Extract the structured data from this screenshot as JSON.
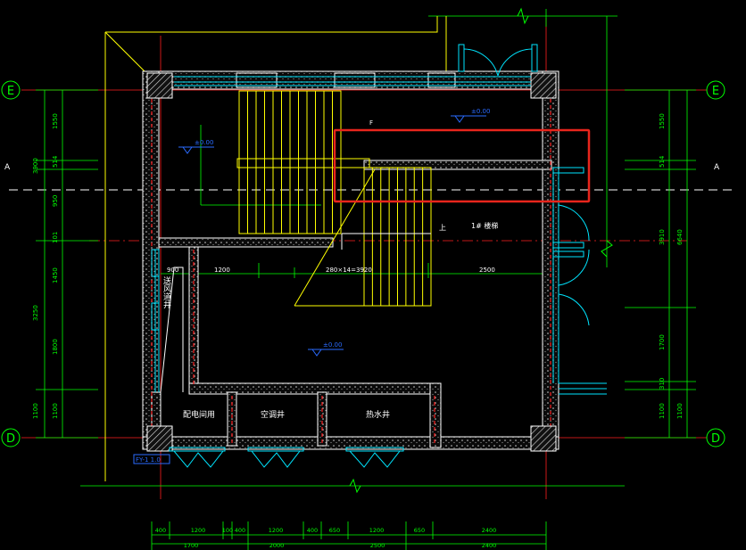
{
  "axes": {
    "e_left": "E",
    "e_right": "E",
    "d_left": "D",
    "d_right": "D",
    "a_left": "A",
    "a_right": "A"
  },
  "dims_left": {
    "v1": "1550",
    "v2": "3900",
    "v3": "514",
    "v4": "950",
    "v5": "101",
    "v6": "1450",
    "v7": "3250",
    "v8": "1800",
    "v9": "1100",
    "v10": "1100"
  },
  "dims_right": {
    "v1": "1550",
    "v2": "514",
    "v3": "3910",
    "v4": "6640",
    "v5": "1700",
    "v6": "310",
    "v7": "1100",
    "v8": "1100"
  },
  "dims_bottom": {
    "b1": "400",
    "b2": "1200",
    "b3": "100",
    "b4": "400",
    "b5": "1200",
    "b6": "400",
    "b7": "650",
    "b8": "1200",
    "b9": "650",
    "b10": "2400",
    "c1": "1700",
    "c2": "2000",
    "c3": "2500",
    "c4": "2400"
  },
  "dims_inner": {
    "d1": "900",
    "d2": "1200",
    "d3": "280×14=3920",
    "d4": "2500"
  },
  "rooms": {
    "r1": "配电间用",
    "r2": "空调井",
    "r3": "热水井",
    "stair": "1# 楼梯",
    "shaft": "送风道井"
  },
  "labels": {
    "up": "上",
    "mark": "F",
    "lvl1": "±0.00",
    "lvl2": "±0.00",
    "lvl3": "±0.00",
    "tag": "FY-1 1.0"
  },
  "colors": {
    "wall": "#ffffff",
    "hatch": "#cccccc",
    "dim": "#00ff00",
    "axis": "#ff2020",
    "stair": "#ffff00",
    "window": "#00e5ff",
    "level": "#2a6bff",
    "highlight": "#e8251c"
  }
}
